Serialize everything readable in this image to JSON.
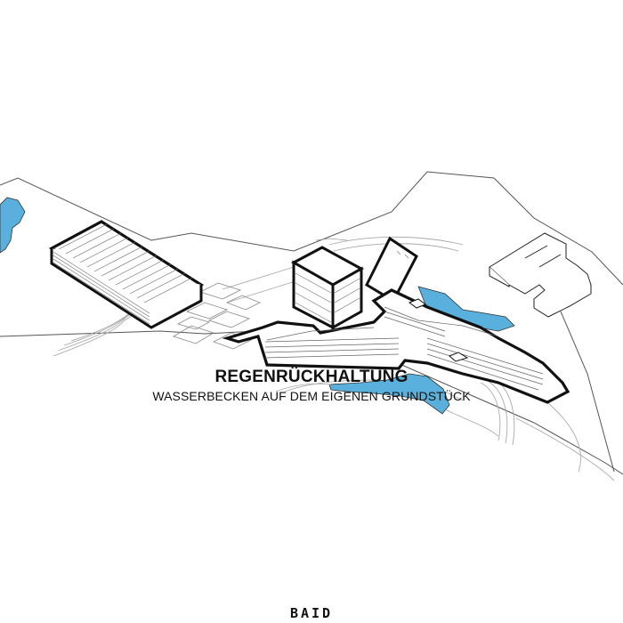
{
  "diagram": {
    "title": "REGENRÜCKHALTUNG",
    "subtitle": "WASSERBECKEN AUF DEM EIGENEN GRUNDSTÜCK",
    "brand": "BAID",
    "colors": {
      "water": "#5ab0dc",
      "outline": "#111111",
      "thin_line": "#555555",
      "light_line": "#aaaaaa",
      "background": "#ffffff"
    },
    "elements": [
      "site-boundary",
      "pond-west",
      "pond-north",
      "pond-south",
      "parking-deck",
      "parking-lot",
      "tower-block",
      "main-complex",
      "north-wing",
      "existing-building-northeast",
      "road-network"
    ]
  }
}
